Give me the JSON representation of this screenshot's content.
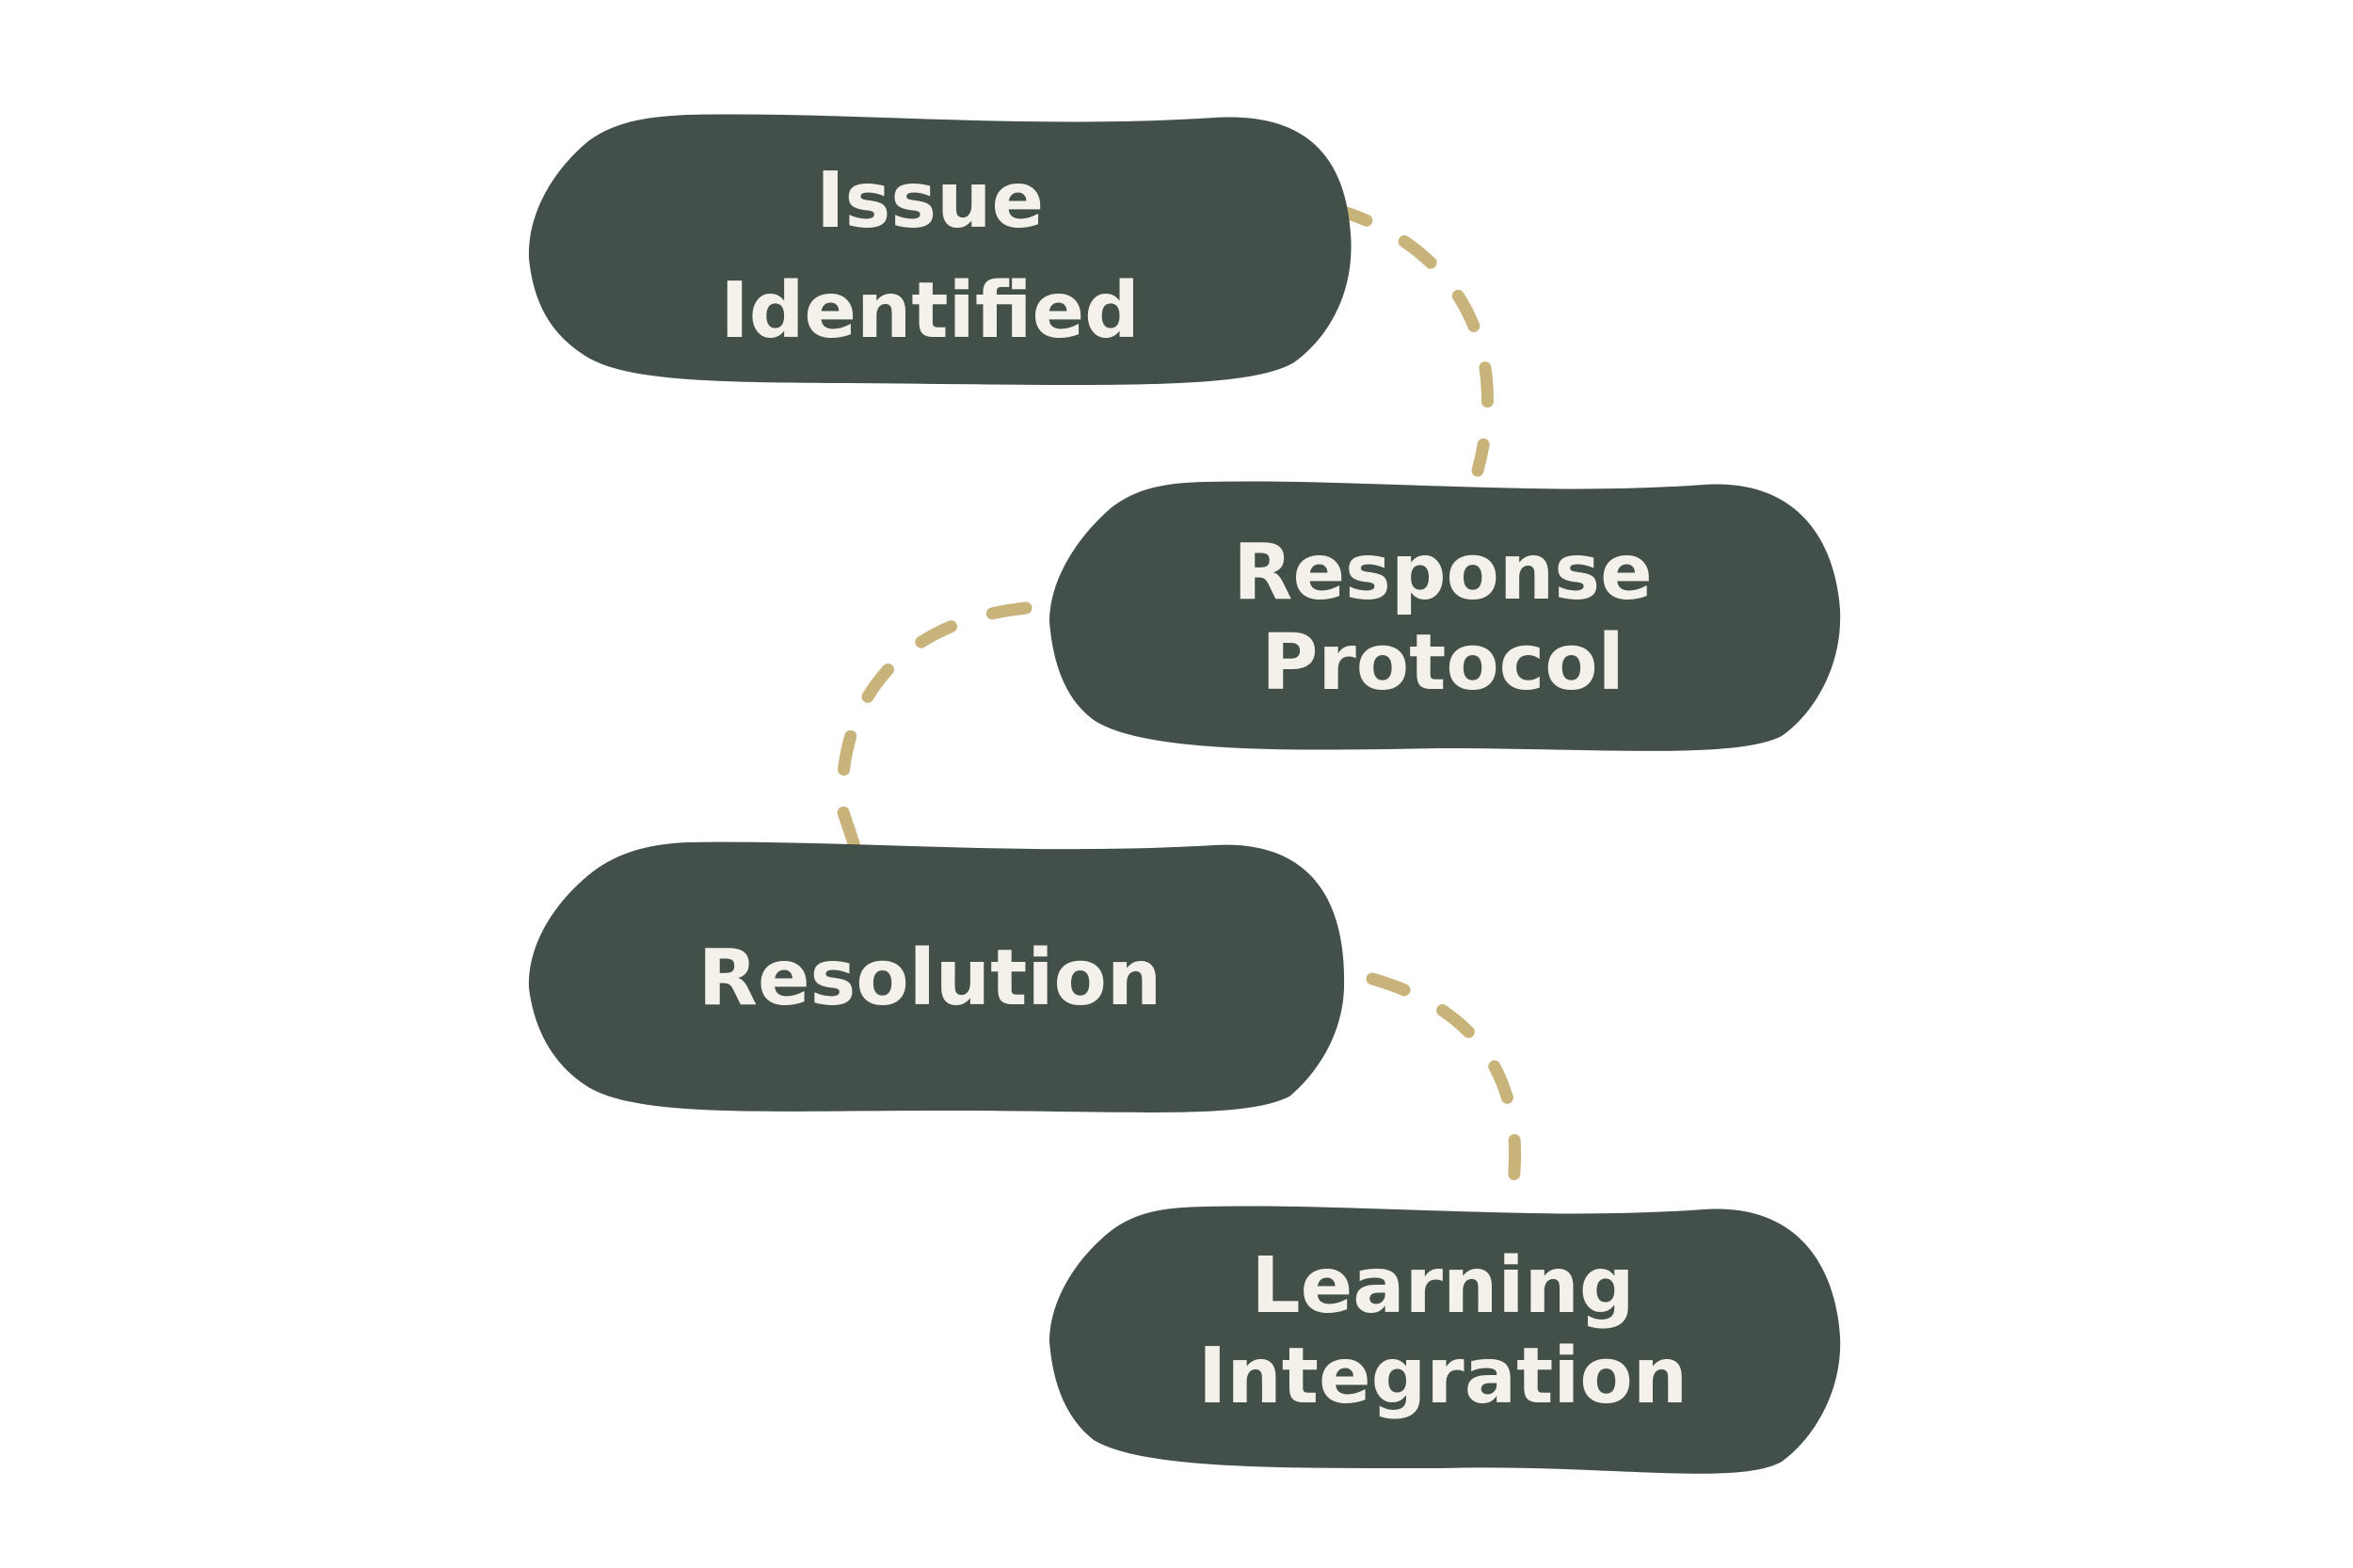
{
  "diagram": {
    "colors": {
      "background": "#ffffff",
      "node_fill": "#435049",
      "node_text": "#f4f1ea",
      "connector": "#c8b47a"
    },
    "connector_style": "dashed",
    "nodes": [
      {
        "id": "issue-identified",
        "lines": [
          "Issue",
          "Identified"
        ]
      },
      {
        "id": "response-protocol",
        "lines": [
          "Response",
          "Protocol"
        ]
      },
      {
        "id": "resolution",
        "lines": [
          "Resolution"
        ]
      },
      {
        "id": "learning-integration",
        "lines": [
          "Learning",
          "Integration"
        ]
      }
    ],
    "connections": [
      {
        "from": "issue-identified",
        "to": "response-protocol"
      },
      {
        "from": "response-protocol",
        "to": "resolution"
      },
      {
        "from": "resolution",
        "to": "learning-integration"
      }
    ]
  }
}
